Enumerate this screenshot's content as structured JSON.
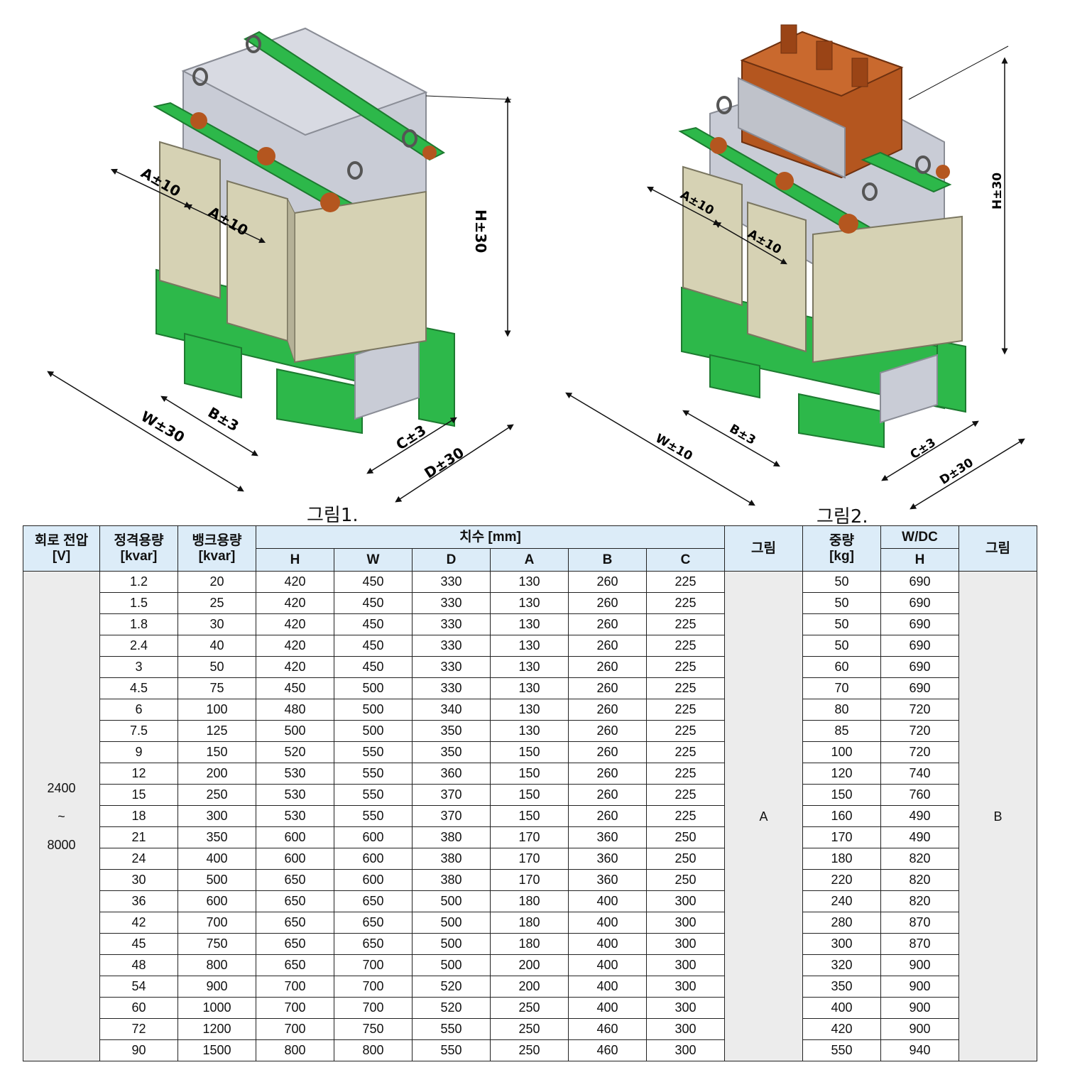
{
  "figures": {
    "fig1": {
      "caption": "그림1.",
      "dims": {
        "a1": "A±10",
        "a2": "A±10",
        "h": "H±30",
        "w": "W±30",
        "b": "B±3",
        "c": "C±3",
        "d": "D±30"
      }
    },
    "fig2": {
      "caption": "그림2.",
      "dims": {
        "a1": "A±10",
        "a2": "A±10",
        "h": "H±30",
        "w": "W±10",
        "b": "B±3",
        "c": "C±3",
        "d": "D±30"
      }
    }
  },
  "colors": {
    "frame_green": "#2db84a",
    "coil_beige": "#d6d2b4",
    "core_gray": "#c9ccd6",
    "terminal_copper": "#b4561f",
    "header_blue": "#dcecf8"
  },
  "table": {
    "headers": {
      "voltage": [
        "회로 전압",
        "[V]"
      ],
      "rated": [
        "정격용량",
        "[kvar]"
      ],
      "bank": [
        "뱅크용량",
        "[kvar]"
      ],
      "dims": "치수 [mm]",
      "dim_cols": [
        "H",
        "W",
        "D",
        "A",
        "B",
        "C"
      ],
      "fig_a": "그림",
      "weight": [
        "중량",
        "[kg]"
      ],
      "wdc": "W/DC",
      "wdc_sub": "H",
      "fig_b": "그림"
    },
    "voltage_lines": [
      "2400",
      "~",
      "8000"
    ],
    "fig_a_value": "A",
    "fig_b_value": "B",
    "rows": [
      [
        "1.2",
        "20",
        "420",
        "450",
        "330",
        "130",
        "260",
        "225",
        "50",
        "690"
      ],
      [
        "1.5",
        "25",
        "420",
        "450",
        "330",
        "130",
        "260",
        "225",
        "50",
        "690"
      ],
      [
        "1.8",
        "30",
        "420",
        "450",
        "330",
        "130",
        "260",
        "225",
        "50",
        "690"
      ],
      [
        "2.4",
        "40",
        "420",
        "450",
        "330",
        "130",
        "260",
        "225",
        "50",
        "690"
      ],
      [
        "3",
        "50",
        "420",
        "450",
        "330",
        "130",
        "260",
        "225",
        "60",
        "690"
      ],
      [
        "4.5",
        "75",
        "450",
        "500",
        "330",
        "130",
        "260",
        "225",
        "70",
        "690"
      ],
      [
        "6",
        "100",
        "480",
        "500",
        "340",
        "130",
        "260",
        "225",
        "80",
        "720"
      ],
      [
        "7.5",
        "125",
        "500",
        "500",
        "350",
        "130",
        "260",
        "225",
        "85",
        "720"
      ],
      [
        "9",
        "150",
        "520",
        "550",
        "350",
        "150",
        "260",
        "225",
        "100",
        "720"
      ],
      [
        "12",
        "200",
        "530",
        "550",
        "360",
        "150",
        "260",
        "225",
        "120",
        "740"
      ],
      [
        "15",
        "250",
        "530",
        "550",
        "370",
        "150",
        "260",
        "225",
        "150",
        "760"
      ],
      [
        "18",
        "300",
        "530",
        "550",
        "370",
        "150",
        "260",
        "225",
        "160",
        "490"
      ],
      [
        "21",
        "350",
        "600",
        "600",
        "380",
        "170",
        "360",
        "250",
        "170",
        "490"
      ],
      [
        "24",
        "400",
        "600",
        "600",
        "380",
        "170",
        "360",
        "250",
        "180",
        "820"
      ],
      [
        "30",
        "500",
        "650",
        "600",
        "380",
        "170",
        "360",
        "250",
        "220",
        "820"
      ],
      [
        "36",
        "600",
        "650",
        "650",
        "500",
        "180",
        "400",
        "300",
        "240",
        "820"
      ],
      [
        "42",
        "700",
        "650",
        "650",
        "500",
        "180",
        "400",
        "300",
        "280",
        "870"
      ],
      [
        "45",
        "750",
        "650",
        "650",
        "500",
        "180",
        "400",
        "300",
        "300",
        "870"
      ],
      [
        "48",
        "800",
        "650",
        "700",
        "500",
        "200",
        "400",
        "300",
        "320",
        "900"
      ],
      [
        "54",
        "900",
        "700",
        "700",
        "520",
        "200",
        "400",
        "300",
        "350",
        "900"
      ],
      [
        "60",
        "1000",
        "700",
        "700",
        "520",
        "250",
        "400",
        "300",
        "400",
        "900"
      ],
      [
        "72",
        "1200",
        "700",
        "750",
        "550",
        "250",
        "460",
        "300",
        "420",
        "900"
      ],
      [
        "90",
        "1500",
        "800",
        "800",
        "550",
        "250",
        "460",
        "300",
        "550",
        "940"
      ]
    ]
  }
}
